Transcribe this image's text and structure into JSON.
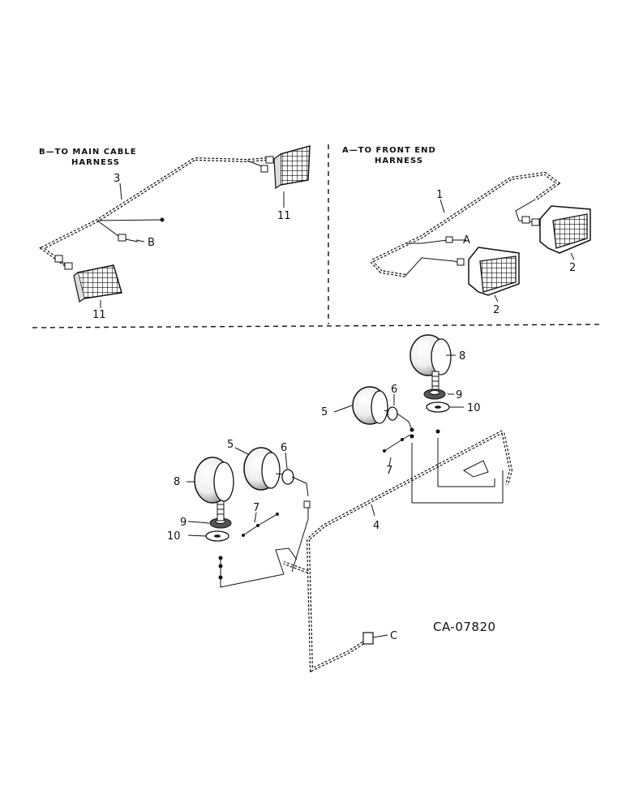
{
  "headings": {
    "b_line1": "B—TO MAIN CABLE",
    "b_line2": "HARNESS",
    "a_line1": "A—TO FRONT END",
    "a_line2": "HARNESS"
  },
  "connector_labels": {
    "a": "A",
    "b": "B",
    "c": "C"
  },
  "callouts": {
    "c1": "1",
    "c2a": "2",
    "c2b": "2",
    "c3": "3",
    "c4": "4",
    "c5a": "5",
    "c5b": "5",
    "c6a": "6",
    "c6b": "6",
    "c7a": "7",
    "c7b": "7",
    "c8a": "8",
    "c8b": "8",
    "c9a": "9",
    "c9b": "9",
    "c10a": "10",
    "c10b": "10",
    "c11a": "11",
    "c11b": "11"
  },
  "reference_code": "CA-07820"
}
